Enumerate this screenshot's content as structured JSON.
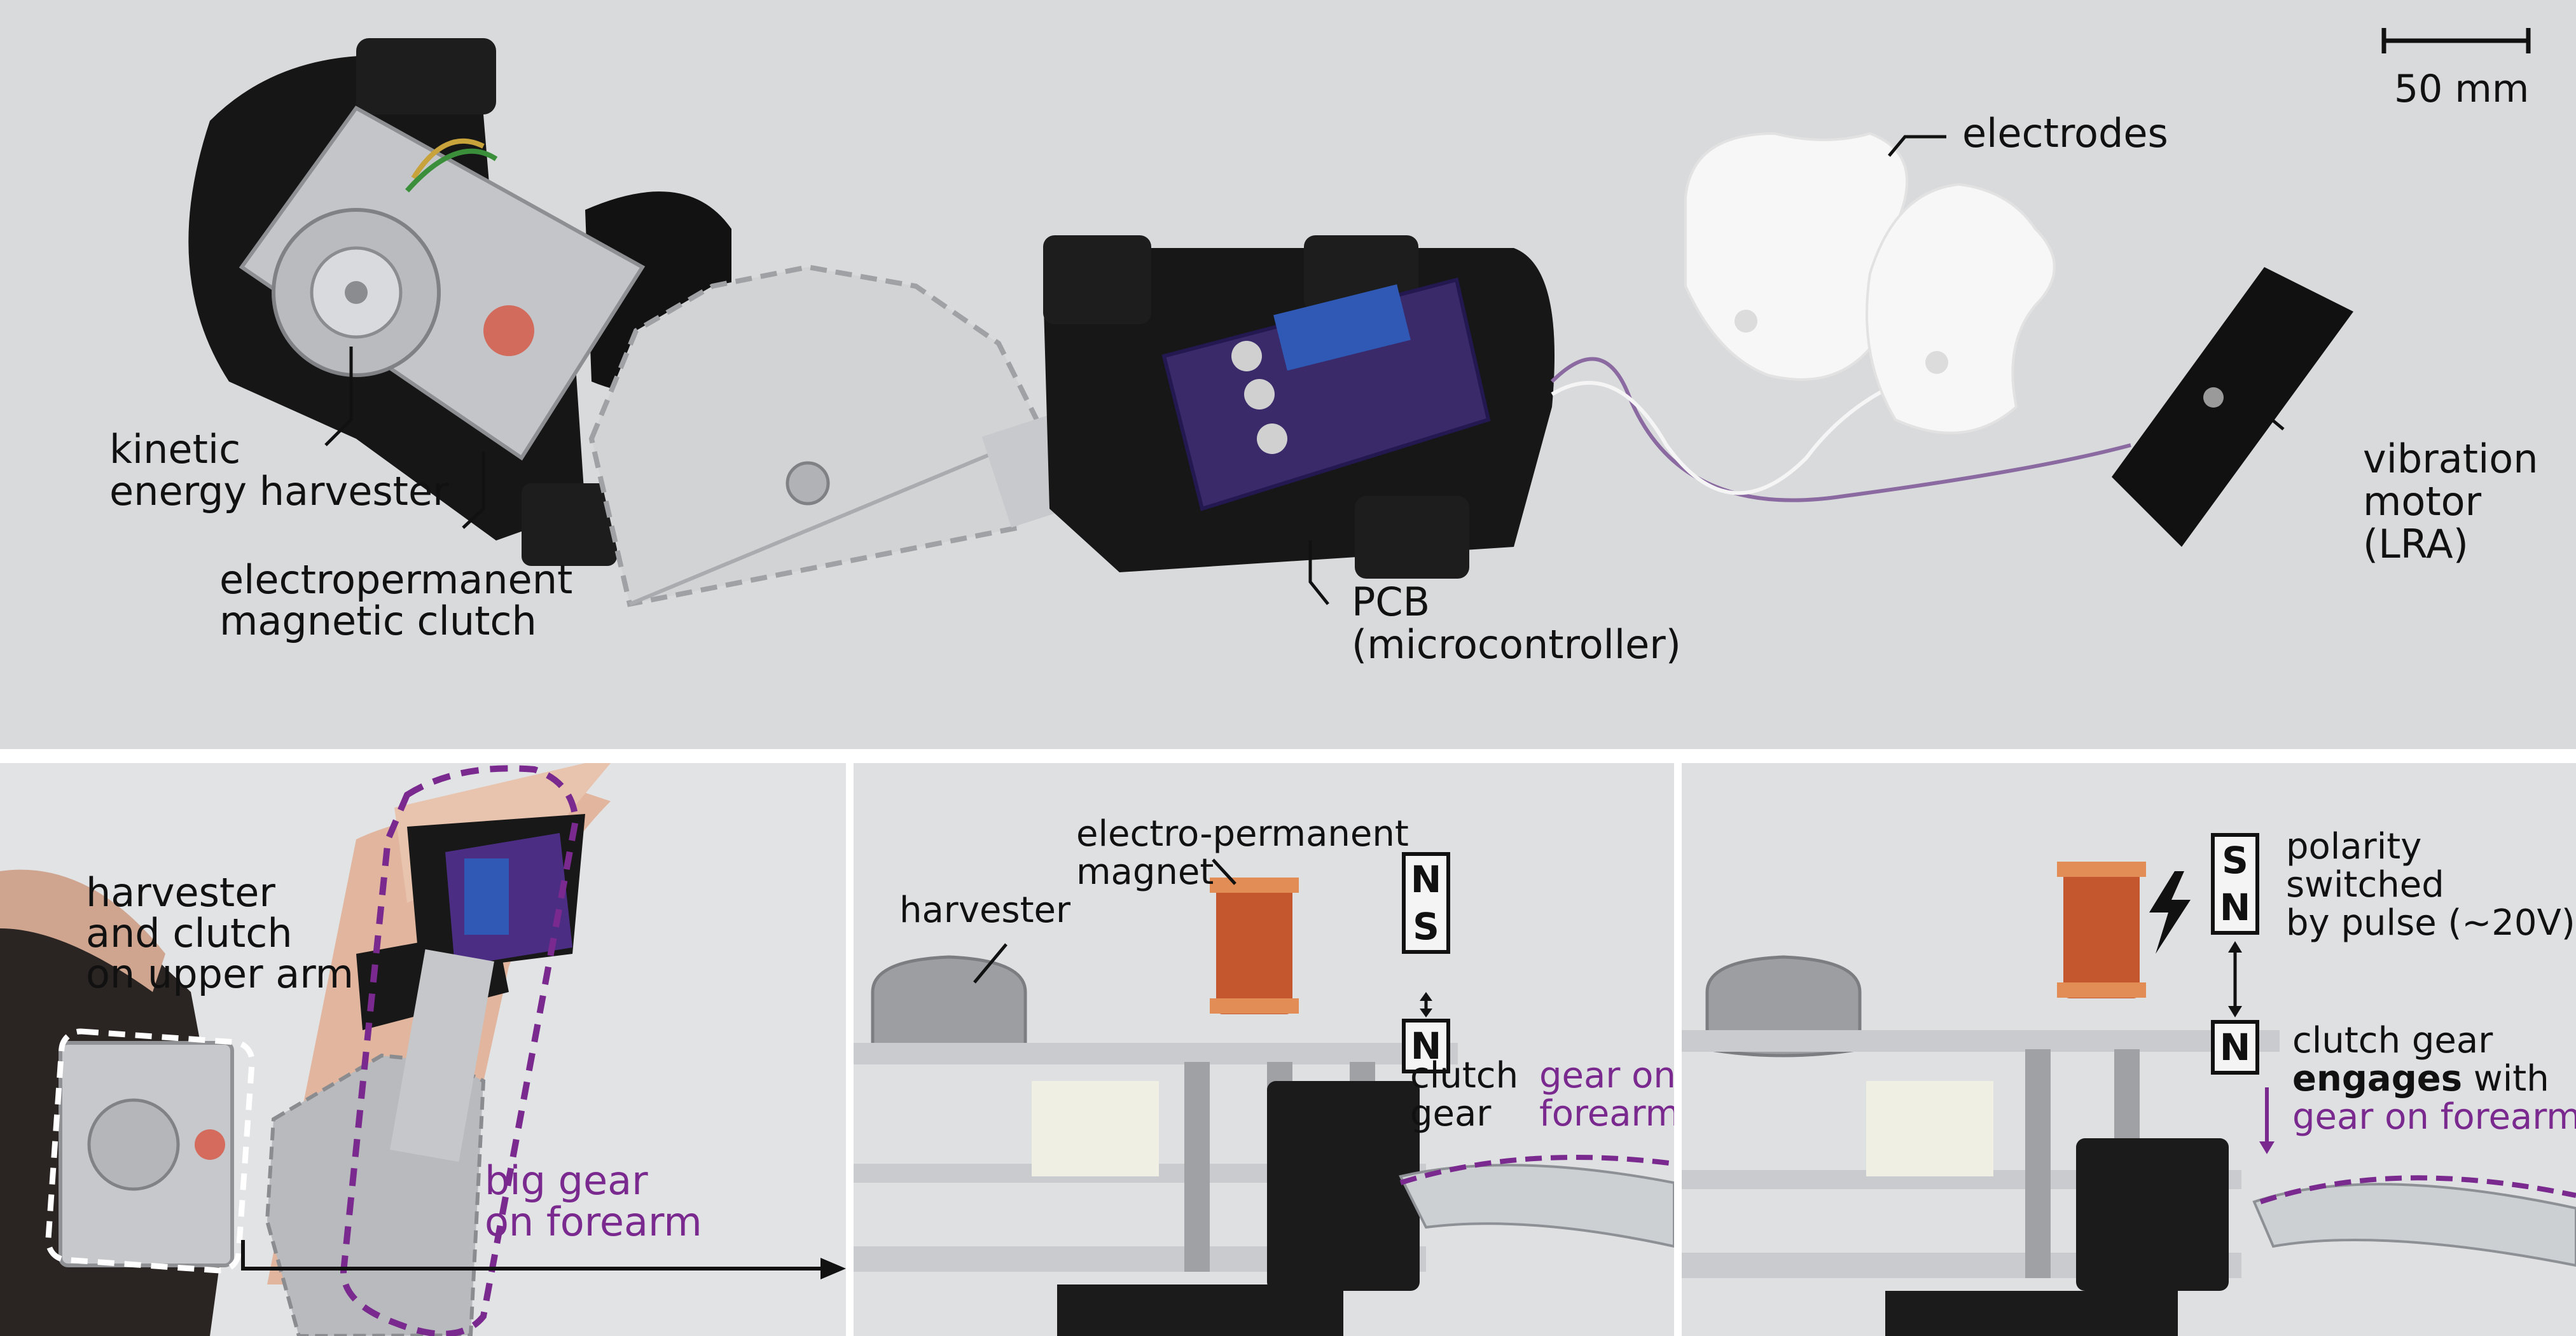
{
  "top_panel": {
    "scale_bar_label": "50 mm",
    "labels": {
      "kinetic_energy_harvester": [
        "kinetic",
        "energy harvester"
      ],
      "clutch": [
        "electropermanent",
        "magnetic clutch"
      ],
      "pcb": [
        "PCB",
        "(microcontroller)"
      ],
      "electrodes": [
        "electrodes"
      ],
      "vibration_motor": [
        "vibration",
        "motor",
        "(LRA)"
      ]
    }
  },
  "bottom_left_panel": {
    "harvester_clutch_label": [
      "harvester",
      "and clutch",
      "on upper arm"
    ],
    "big_gear_label": [
      "big gear",
      "on forearm"
    ]
  },
  "bottom_middle_panel": {
    "epm_label": [
      "electro-permanent",
      "magnet"
    ],
    "harvester_label": "harvester",
    "magnet_top": [
      "N",
      "S"
    ],
    "magnet_bottom": "N",
    "clutch_gear_label": [
      "clutch",
      "gear"
    ],
    "gear_on_forearm_label": [
      "gear on",
      "forearm"
    ]
  },
  "bottom_right_panel": {
    "magnet_top": [
      "S",
      "N"
    ],
    "magnet_bottom": "N",
    "polarity_label": [
      "polarity",
      "switched",
      "by pulse (~20V)"
    ],
    "engage_line1": "clutch gear",
    "engage_bold": "engages",
    "engage_rest": " with",
    "engage_line3": "gear on forearm"
  },
  "colors": {
    "accent_purple": "#7a2a8f",
    "background_gray": "#d8d9db",
    "metal": "#c9cbce",
    "strap_black": "#151515",
    "pcb_purple": "#3a2a6a"
  }
}
